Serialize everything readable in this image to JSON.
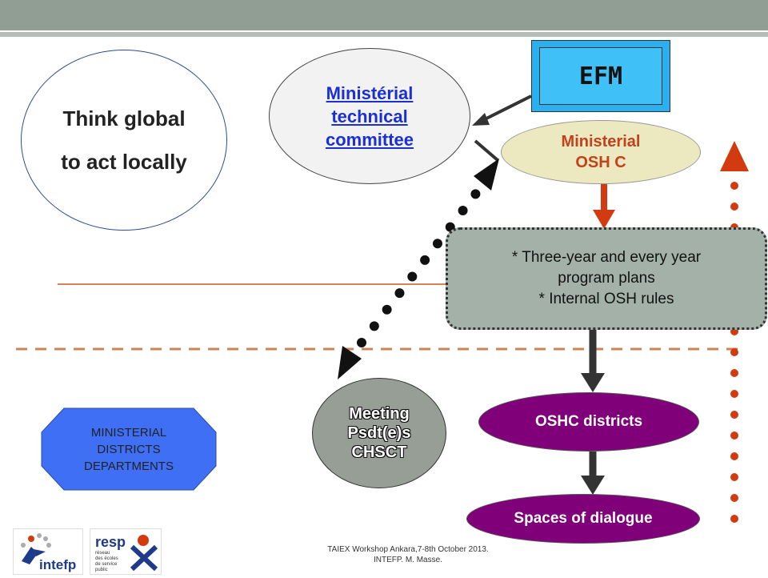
{
  "think": {
    "line1": "Think global",
    "line2": "to act locally"
  },
  "ministerial_committee": {
    "line1": "Ministérial",
    "line2": "technical",
    "line3": "committee"
  },
  "efm": {
    "label": "EFM"
  },
  "osh_c": {
    "line1": "Ministerial",
    "line2": "OSH C"
  },
  "plans": {
    "line1": "* Three-year and every year",
    "line2": "program plans",
    "line3": "* Internal OSH rules"
  },
  "departments": {
    "line1": "MINISTERIAL",
    "line2": "DISTRICTS",
    "line3": "DEPARTMENTS"
  },
  "meeting": {
    "line1": "Meeting",
    "line2": "Psdt(e)s",
    "line3": "CHSCT"
  },
  "oshc_districts": {
    "label": "OSHC districts"
  },
  "spaces": {
    "label": "Spaces of dialogue"
  },
  "footer": {
    "line1": "TAIEX Workshop Ankara,7-8th October 2013.",
    "line2": "INTEFP. M. Masse."
  },
  "logos": {
    "intefp": "intefp",
    "resp": "resp",
    "resp_sub1": "réseau",
    "resp_sub2": "des écoles",
    "resp_sub3": "de service",
    "resp_sub4": "public"
  },
  "colors": {
    "header": "#909e94",
    "purple": "#80007a",
    "red_arrow": "#d23a10",
    "blue_octagon": "#3e6ff5",
    "efm_blue": "#2ab0f0"
  }
}
